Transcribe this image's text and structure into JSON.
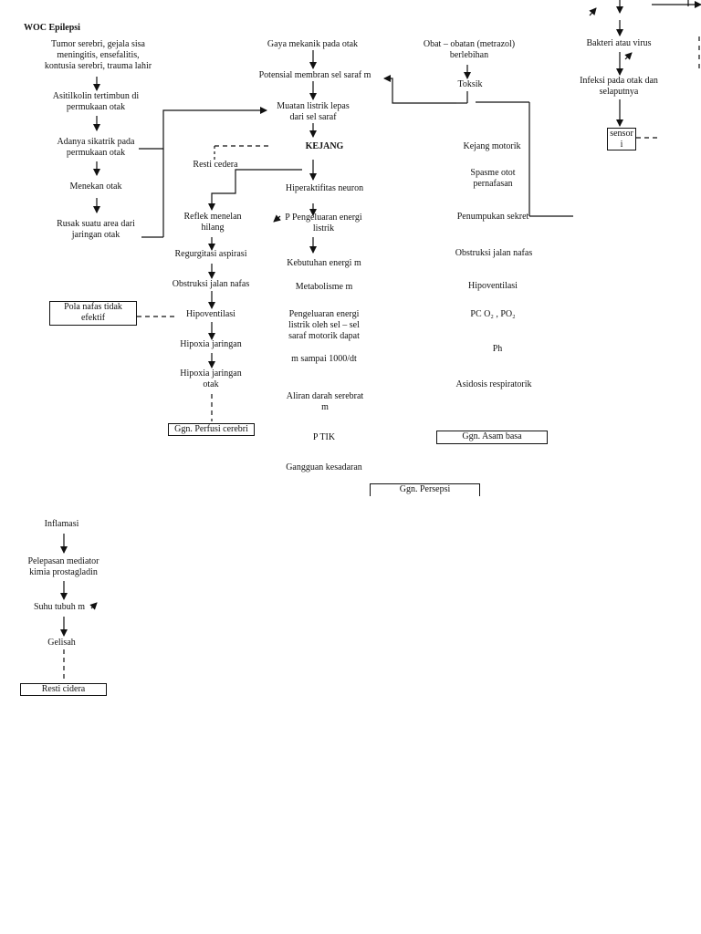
{
  "title": "WOC Epilepsi",
  "left": {
    "n1": "Tumor serebri, gejala sisa\nmeningitis, ensefalitis,\nkontusia serebri, trauma lahir",
    "n2": "Asitilkolin tertimbun di\npermukaan otak",
    "n3": "Adanya sikatrik pada\npermukaan otak",
    "n4": "Menekan otak",
    "n5": "Rusak suatu area dari\njaringan otak"
  },
  "center": {
    "n1": "Gaya mekanik pada otak",
    "n2": "Potensial membran sel saraf m",
    "n3": "Muatan listrik lepas\ndari sel saraf",
    "kejang": "KEJANG",
    "resti": "Resti cedera",
    "n4": "Hiperaktifitas neuron",
    "n5": "P Pengeluaran energi\nlistrik",
    "n6": "Kebutuhan energi m",
    "n7": "Metabolisme m",
    "n8": "Pengeluaran energi\nlistrik oleh sel – sel\nsaraf motorik dapat",
    "n9": "m  sampai 1000/dt",
    "n10": "Aliran darah serebrat\nm",
    "n11": "P  TIK",
    "n12": "Gangguan kesadaran",
    "box": "Ggn. Persepsi"
  },
  "mid": {
    "n1": "Reflek menelan\nhilang",
    "n2": "Regurgitasi aspirasi",
    "n3": "Obstruksi jalan nafas",
    "n4": "Hipoventilasi",
    "n5": "Hipoxia jaringan",
    "n6": "Hipoxia jaringan\notak",
    "box": "Ggn. Perfusi cerebri",
    "pola": "Pola nafas tidak\nefektif"
  },
  "right": {
    "obat": "Obat – obatan (metrazol)\nberlebihan",
    "toksik": "Toksik",
    "k1": "Kejang motorik",
    "k2": "Spasme otot\npernafasan",
    "k3": "Penumpukan sekret",
    "k4": "Obstruksi jalan nafas",
    "k5": "Hipoventilasi",
    "k6": "PC O₂  , PO₂",
    "k7": "Ph",
    "k8": "Asidosis respiratorik",
    "box": "Ggn. Asam basa"
  },
  "far_right": {
    "n1": "Bakteri atau virus",
    "n2": "Infeksi pada otak dan\nselaputnya",
    "box": "sensor\ni"
  },
  "bottom": {
    "n1": "Inflamasi",
    "n2": "Pelepasan mediator\nkimia prostagladin",
    "n3": "Suhu tubuh m",
    "n4": "Gelisah",
    "box": "Resti cidera"
  }
}
